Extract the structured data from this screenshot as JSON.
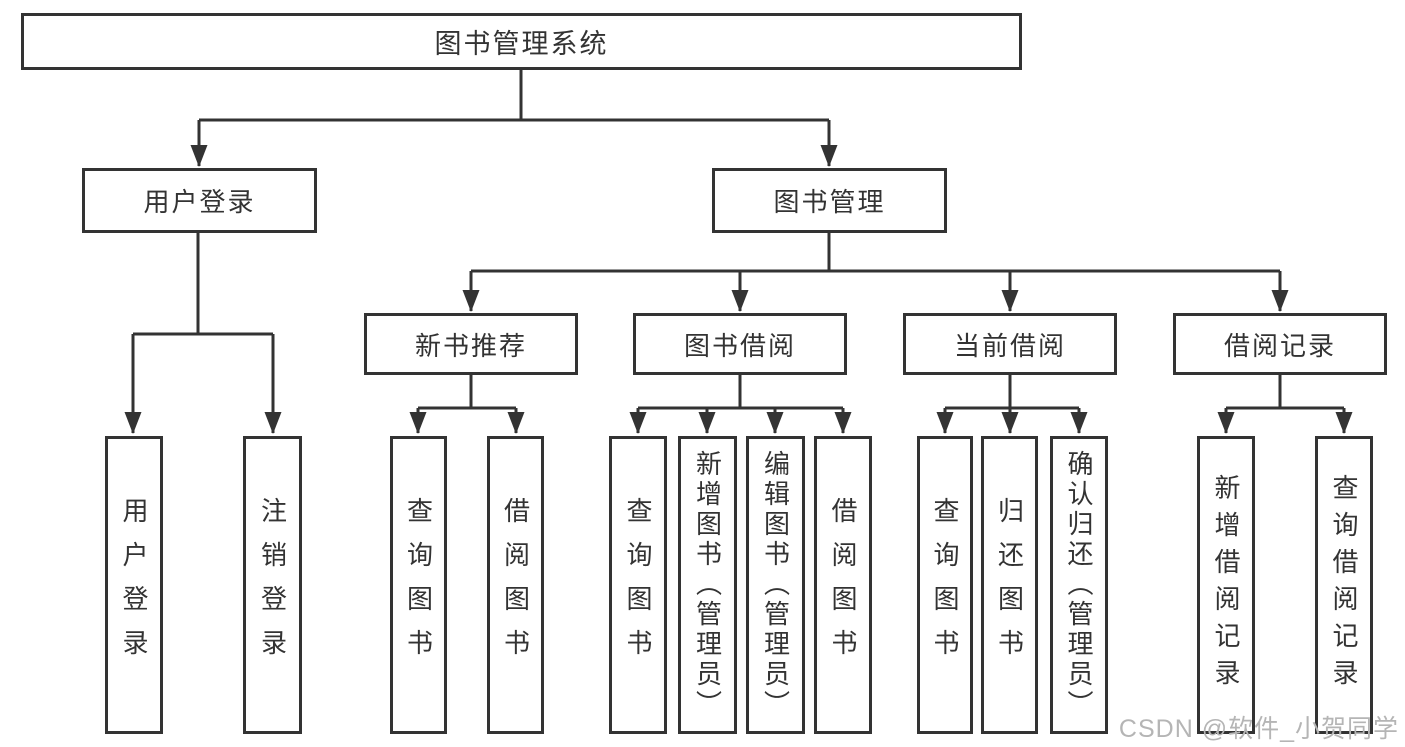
{
  "diagram": {
    "nodes": {
      "root": "图书管理系统",
      "user_login": "用户登录",
      "book_mgmt": "图书管理",
      "ul_login": "用户登录",
      "ul_logout": "注销登录",
      "rec": "新书推荐",
      "rec_query": "查询图书",
      "rec_borrow": "借阅图书",
      "borrow": "图书借阅",
      "borrow_query": "查询图书",
      "borrow_add": "新增图书（管理员）",
      "borrow_edit": "编辑图书（管理员）",
      "borrow_lend": "借阅图书",
      "current": "当前借阅",
      "current_query": "查询图书",
      "current_return": "归还图书",
      "current_confirm": "确认归还（管理员）",
      "records": "借阅记录",
      "records_add": "新增借阅记录",
      "records_query": "查询借阅记录"
    }
  },
  "watermark": {
    "text": "CSDN @软件_小贺同学"
  },
  "colors": {
    "line": "#333333",
    "text": "#333333",
    "box_background": "#ffffff",
    "page_background": "#ffffff",
    "watermark": "#b5b5b5"
  }
}
